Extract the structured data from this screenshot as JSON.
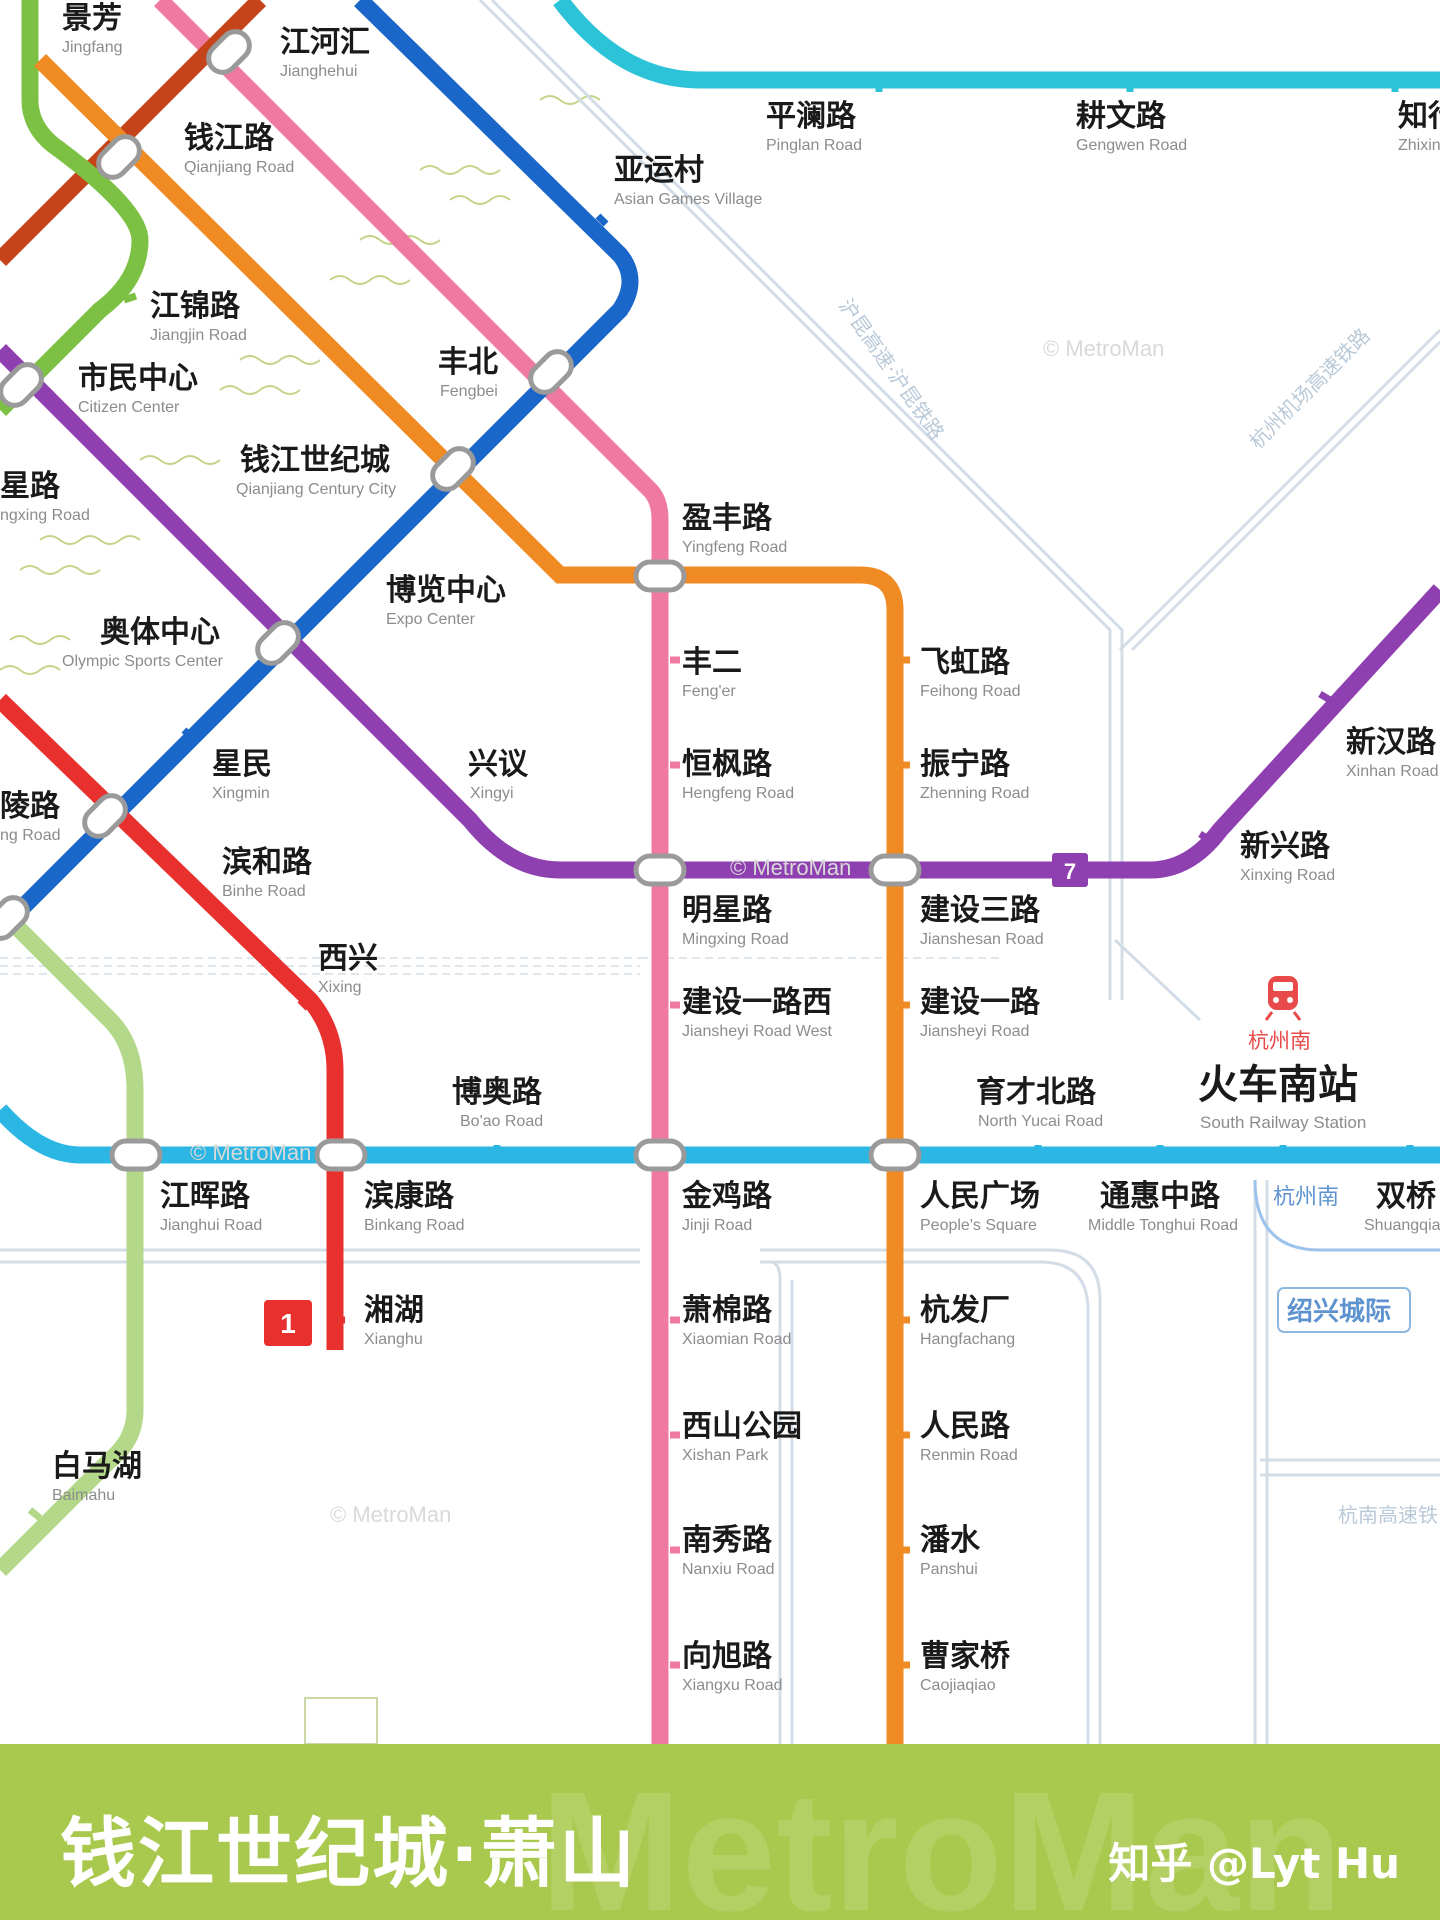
{
  "colors": {
    "line1": "#e8312e",
    "line2": "#f08a23",
    "line4": "#f079a1",
    "line5": "#7cc144",
    "line6": "#1a66c9",
    "line7": "#8e3fb0",
    "line9": "#2bb6e3",
    "green_dark": "#c6441a",
    "light_green": "#b4d88a",
    "teal": "#2cc3d9",
    "rail": "#cad7e3",
    "footer": "#a9c94e"
  },
  "watermarks": [
    "© MetroMan",
    "© MetroMan",
    "© MetroMan",
    "© MetroMan",
    "MetroMan"
  ],
  "stations": [
    {
      "cn": "景芳",
      "en": "Jingfang"
    },
    {
      "cn": "江河汇",
      "en": "Jianghehui"
    },
    {
      "cn": "钱江路",
      "en": "Qianjiang Road"
    },
    {
      "cn": "平澜路",
      "en": "Pinglan Road"
    },
    {
      "cn": "耕文路",
      "en": "Gengwen Road"
    },
    {
      "cn": "知行",
      "en": "Zhixin"
    },
    {
      "cn": "亚运村",
      "en": "Asian Games Village"
    },
    {
      "cn": "江锦路",
      "en": "Jiangjin Road"
    },
    {
      "cn": "市民中心",
      "en": "Citizen Center"
    },
    {
      "cn": "丰北",
      "en": "Fengbei"
    },
    {
      "cn": "钱江世纪城",
      "en": "Qianjiang Century City"
    },
    {
      "cn": "星路",
      "en": "ngxing Road"
    },
    {
      "cn": "盈丰路",
      "en": "Yingfeng Road"
    },
    {
      "cn": "博览中心",
      "en": "Expo Center"
    },
    {
      "cn": "奥体中心",
      "en": "Olympic Sports Center"
    },
    {
      "cn": "丰二",
      "en": "Feng'er"
    },
    {
      "cn": "飞虹路",
      "en": "Feihong Road"
    },
    {
      "cn": "新汉路",
      "en": "Xinhan Road"
    },
    {
      "cn": "星民",
      "en": "Xingmin"
    },
    {
      "cn": "兴议",
      "en": "Xingyi"
    },
    {
      "cn": "恒枫路",
      "en": "Hengfeng Road"
    },
    {
      "cn": "振宁路",
      "en": "Zhenning Road"
    },
    {
      "cn": "陵路",
      "en": "ng Road"
    },
    {
      "cn": "滨和路",
      "en": "Binhe Road"
    },
    {
      "cn": "新兴路",
      "en": "Xinxing Road"
    },
    {
      "cn": "明星路",
      "en": "Mingxing Road"
    },
    {
      "cn": "建设三路",
      "en": "Jianshesan Road"
    },
    {
      "cn": "西兴",
      "en": "Xixing"
    },
    {
      "cn": "建设一路西",
      "en": "Jiansheyi Road West"
    },
    {
      "cn": "建设一路",
      "en": "Jiansheyi Road"
    },
    {
      "cn": "博奥路",
      "en": "Bo'ao Road"
    },
    {
      "cn": "育才北路",
      "en": "North Yucai Road"
    },
    {
      "cn": "江晖路",
      "en": "Jianghui Road"
    },
    {
      "cn": "滨康路",
      "en": "Binkang Road"
    },
    {
      "cn": "金鸡路",
      "en": "Jinji Road"
    },
    {
      "cn": "人民广场",
      "en": "People's Square"
    },
    {
      "cn": "通惠中路",
      "en": "Middle Tonghui Road"
    },
    {
      "cn": "双桥",
      "en": "Shuangqia"
    },
    {
      "cn": "湘湖",
      "en": "Xianghu"
    },
    {
      "cn": "萧棉路",
      "en": "Xiaomian Road"
    },
    {
      "cn": "杭发厂",
      "en": "Hangfachang"
    },
    {
      "cn": "白马湖",
      "en": "Baimahu"
    },
    {
      "cn": "西山公园",
      "en": "Xishan Park"
    },
    {
      "cn": "人民路",
      "en": "Renmin Road"
    },
    {
      "cn": "南秀路",
      "en": "Nanxiu Road"
    },
    {
      "cn": "潘水",
      "en": "Panshui"
    },
    {
      "cn": "向旭路",
      "en": "Xiangxu Road"
    },
    {
      "cn": "曹家桥",
      "en": "Caojiaqiao"
    }
  ],
  "railway_station": {
    "tag": "杭州南",
    "cn": "火车南站",
    "en": "South Railway Station"
  },
  "intercity": {
    "station": "杭州南",
    "line": "绍兴城际"
  },
  "rail_labels": [
    "沪昆高速·沪昆铁路",
    "杭州机场高速铁路",
    "杭南高速铁"
  ],
  "line_badges": {
    "line1": "1",
    "line7": "7"
  },
  "footer": {
    "title": "钱江世纪城·萧山",
    "credit": "知乎 @Lyt Hu",
    "watermark": "MetroMan"
  }
}
